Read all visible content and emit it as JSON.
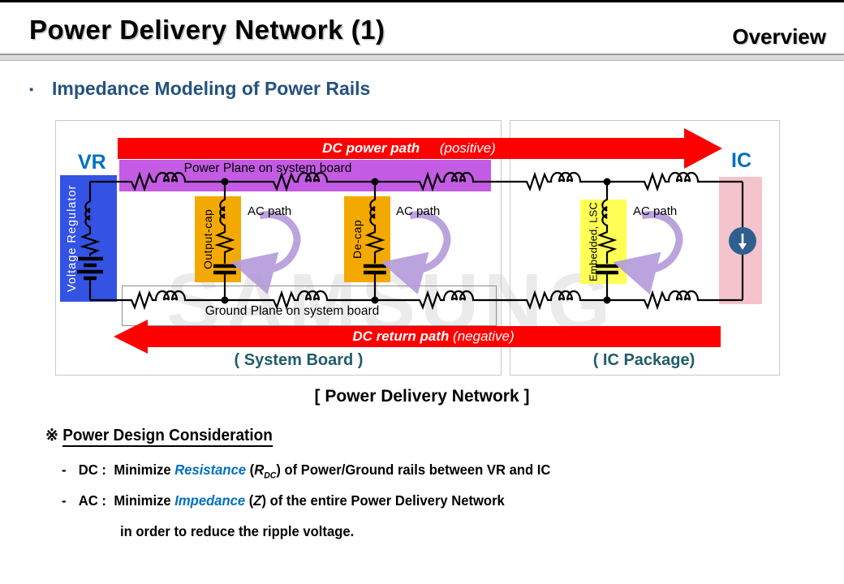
{
  "header": {
    "title": "Power Delivery Network (1)",
    "subtitle": "Overview"
  },
  "section": {
    "bullet": "▪",
    "title": "Impedance Modeling of Power Rails"
  },
  "diagram": {
    "watermark": "SAMSUNG",
    "labels": {
      "vr": "VR",
      "ic": "IC",
      "voltage_regulator": "Voltage Regulator",
      "power_plane": "Power Plane on system board",
      "ground_plane": "Ground Plane on system board",
      "output_cap": "Output-cap",
      "de_cap": "De-cap",
      "embedded_lsc": "Embedded, LSC",
      "ac_path": "AC path",
      "system_board": "( System Board )",
      "ic_package": "( IC Package)"
    },
    "arrows": {
      "power_bold": "DC power path",
      "power_normal": " (positive)",
      "return_bold": "DC return path",
      "return_normal": " (negative)"
    },
    "caption": "[ Power Delivery Network ]",
    "colors": {
      "arrow_red": "#ff0000",
      "power_plane_purple": "#c45be4",
      "vr_blue": "#3452e3",
      "cap_orange": "#f4a900",
      "embedded_yellow": "#ffff55",
      "ic_pink": "#f4c3cb",
      "current_source_blue": "#2e5f8e",
      "chip_label_blue": "#0070c0",
      "caption_teal": "#1f5c6b",
      "heading_navy": "#24527F",
      "keyword_blue": "#0070c0",
      "ac_arrow_purple": "#b49bdb"
    }
  },
  "consideration": {
    "prefix": "※ ",
    "heading": "Power Design Consideration",
    "items": [
      {
        "dash": "-",
        "label": "DC :",
        "pre": "Minimize ",
        "keyword": "Resistance",
        "open": " (",
        "var": "R",
        "sub": "DC",
        "rest": ") of Power/Ground rails between VR and IC"
      },
      {
        "dash": "-",
        "label": "AC :",
        "pre": "Minimize ",
        "keyword": "Impedance",
        "open": " (",
        "var": "Z",
        "sub": "",
        "rest": ") of the entire Power Delivery Network"
      },
      {
        "cont": "in order to reduce the ripple voltage."
      }
    ]
  }
}
